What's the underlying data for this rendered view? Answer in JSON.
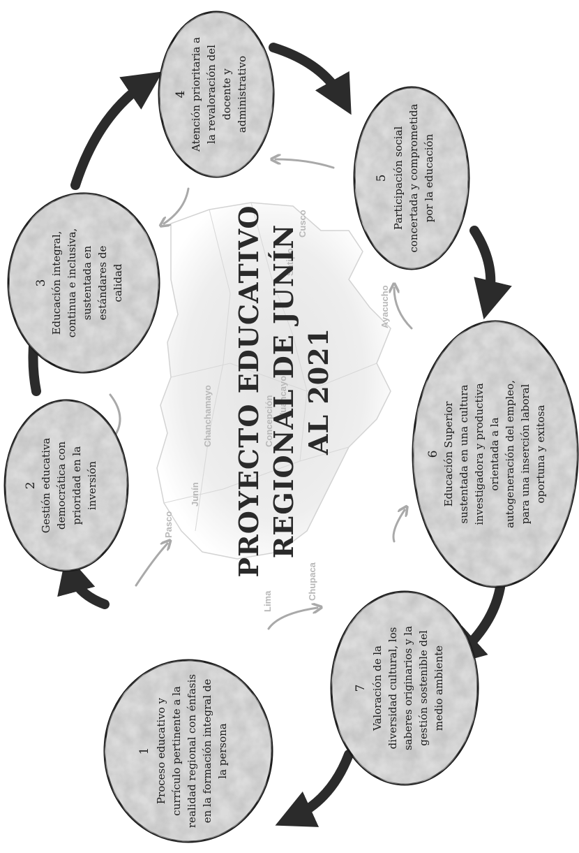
{
  "title": {
    "lines": [
      "PROYECTO EDUCATIVO",
      "REGIONAL DE JUNÍN",
      "AL 2021"
    ]
  },
  "map_labels": [
    "Pasco",
    "Junín",
    "Chanchamayo",
    "Satipo",
    "Cusco",
    "Huancayo",
    "Concepción",
    "Chupaca",
    "Lima",
    "Ayacucho"
  ],
  "nodes": [
    {
      "number": "1",
      "lines": [
        "Proceso educativo y",
        "currículo pertinente a la",
        "realidad regional con énfasis",
        "en la formación  integral de",
        "la persona"
      ]
    },
    {
      "number": "2",
      "lines": [
        "Gestión educativa",
        "democrática con",
        "prioridad en la",
        "inversión"
      ]
    },
    {
      "number": "3",
      "lines": [
        "Educación integral,",
        "continua e inclusiva,",
        "sustentada en",
        "estándares de",
        "calidad"
      ]
    },
    {
      "number": "4",
      "lines": [
        "Atención prioritaria a",
        "la revaloración del",
        "docente y",
        "administrativo"
      ]
    },
    {
      "number": "5",
      "lines": [
        "Participación social",
        "concertada y comprometida",
        "por la educación"
      ]
    },
    {
      "number": "6",
      "lines": [
        "Educación Superior",
        "sustentada en una cultura",
        "investigadora y productiva",
        "orientada a la",
        "autogeneración del empleo,",
        "para una inserción laboral",
        "oportuna y exitosa"
      ]
    },
    {
      "number": "7",
      "lines": [
        "Valoración de la",
        "diversidad cultural, los",
        "saberes originarios y la",
        "gestión sostenible del",
        "medio ambiente"
      ]
    }
  ],
  "colors": {
    "arrow_outer": "#2b2b2b",
    "arrow_inner": "#a9a9a9",
    "node_fill": "#dcdcdc",
    "map_fill": "#e9e9e9"
  }
}
